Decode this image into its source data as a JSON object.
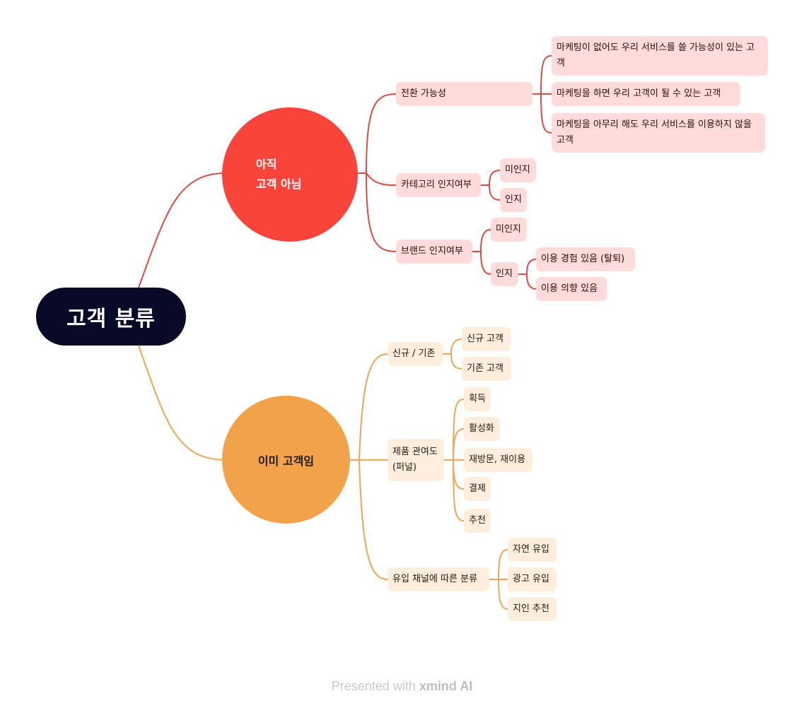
{
  "root": "고객 분류",
  "branches": {
    "not_customer": {
      "label_line1": "아직",
      "label_line2": "고객 아님",
      "color": "#f9443c",
      "line_color": "#de4a41",
      "conversion": {
        "label": "전환 가능성",
        "items": [
          "마케팅이 없어도 우리 서비스를 쓸 가능성이 있는 고객",
          "마케팅을 하면 우리 고객이 될 수 있는 고객",
          "마케팅을 아무리 해도 우리 서비스를 이용하지 않을 고객"
        ]
      },
      "category": {
        "label": "카테고리 인지여부",
        "items": [
          "미인지",
          "인지"
        ]
      },
      "brand": {
        "label": "브랜드 인지여부",
        "unaware": "미인지",
        "aware": "인지",
        "aware_items": [
          "이용 경험 있음 (탈퇴)",
          "이용 의향 있음"
        ]
      }
    },
    "customer": {
      "label": "이미 고객임",
      "color": "#f3a24c",
      "line_color": "#eca554",
      "new_existing": {
        "label": "신규 / 기존",
        "items": [
          "신규 고객",
          "기존 고객"
        ]
      },
      "engagement": {
        "label_line1": "제품 관여도",
        "label_line2": "(퍼널)",
        "items": [
          "획득",
          "활성화",
          "재방문, 재이용",
          "결제",
          "추천"
        ]
      },
      "channel": {
        "label": "유입 채널에 따른 분류",
        "items": [
          "자연 유입",
          "광고 유입",
          "지인 추천"
        ]
      }
    }
  },
  "footer": {
    "prefix": "Presented with ",
    "brand": "xmind AI"
  }
}
